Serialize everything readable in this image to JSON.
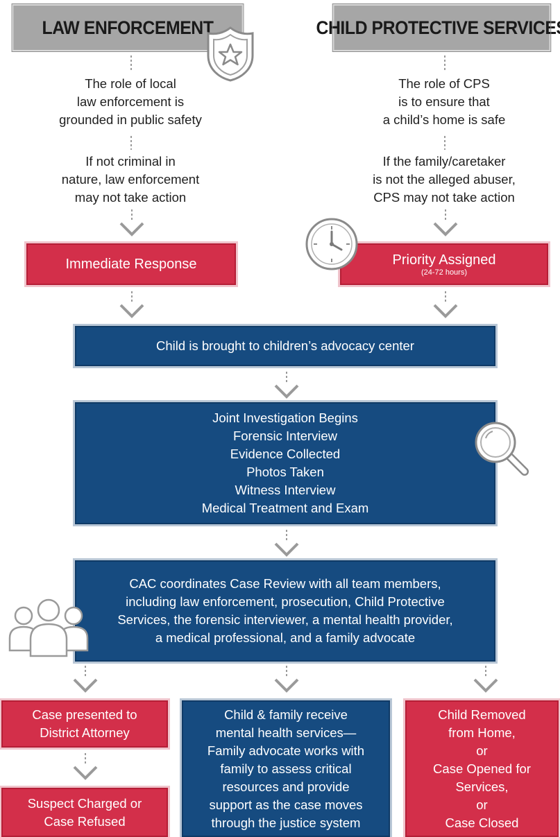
{
  "headers": {
    "law": "LAW ENFORCEMENT",
    "cps": "CHILD PROTECTIVE SERVICES"
  },
  "law": {
    "role": "The role of local\nlaw enforcement is\ngrounded in public safety",
    "condition": "If not criminal in\nnature, law enforcement\nmay not take action",
    "response": "Immediate Response"
  },
  "cps": {
    "role": "The role of CPS\nis to ensure that\na child’s home is safe",
    "condition": "If the family/caretaker\nis not the alleged abuser,\nCPS may not take action",
    "priority": "Priority Assigned",
    "priority_note": "(24-72 hours)"
  },
  "center": {
    "advocacy": "Child is brought to children’s advocacy center",
    "investigation": "Joint Investigation Begins\nForensic Interview\nEvidence Collected\nPhotos Taken\nWitness Interview\nMedical Treatment and Exam",
    "review": "CAC coordinates Case Review with all team members,\nincluding law enforcement, prosecution, Child Protective\nServices, the forensic interviewer, a mental health provider,\na medical professional, and a family advocate"
  },
  "outcomes": {
    "district_attorney": "Case presented to\nDistrict Attorney",
    "suspect": "Suspect Charged or\nCase Refused",
    "family_services": "Child & family receive\nmental health services—\nFamily advocate works with\nfamily to assess critical\nresources and provide\nsupport as the case moves\nthrough the justice system",
    "removed": "Child Removed\nfrom Home,\nor\nCase Opened for\nServices,\nor\nCase Closed"
  },
  "icons": [
    "badge-icon",
    "clock-icon",
    "magnifier-icon",
    "people-icon"
  ],
  "colors": {
    "red": "#d32f4a",
    "blue": "#164b80",
    "header_gray": "#a6a6a6"
  }
}
